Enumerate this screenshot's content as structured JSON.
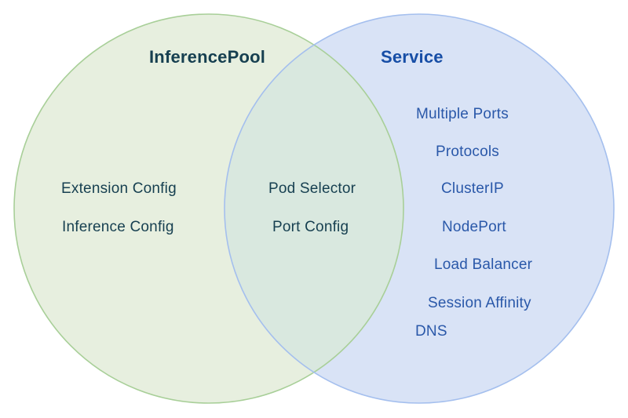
{
  "venn": {
    "background": "#ffffff",
    "left_circle": {
      "title": "InferencePool",
      "items": [
        "Extension Config",
        "Inference Config"
      ],
      "fill": "#e7efdf",
      "stroke": "#a8cf98",
      "text_color": "#163f50"
    },
    "right_circle": {
      "title": "Service",
      "items": [
        "Multiple Ports",
        "Protocols",
        "ClusterIP",
        "NodePort",
        "Load Balancer",
        "Session Affinity",
        "DNS"
      ],
      "fill": "#d9e3f6",
      "stroke": "#a4bfee",
      "title_color": "#174ea6",
      "item_color": "#2a58a9"
    },
    "overlap": {
      "items": [
        "Pod Selector",
        "Port Config"
      ],
      "fill": "#d9e8df"
    }
  }
}
